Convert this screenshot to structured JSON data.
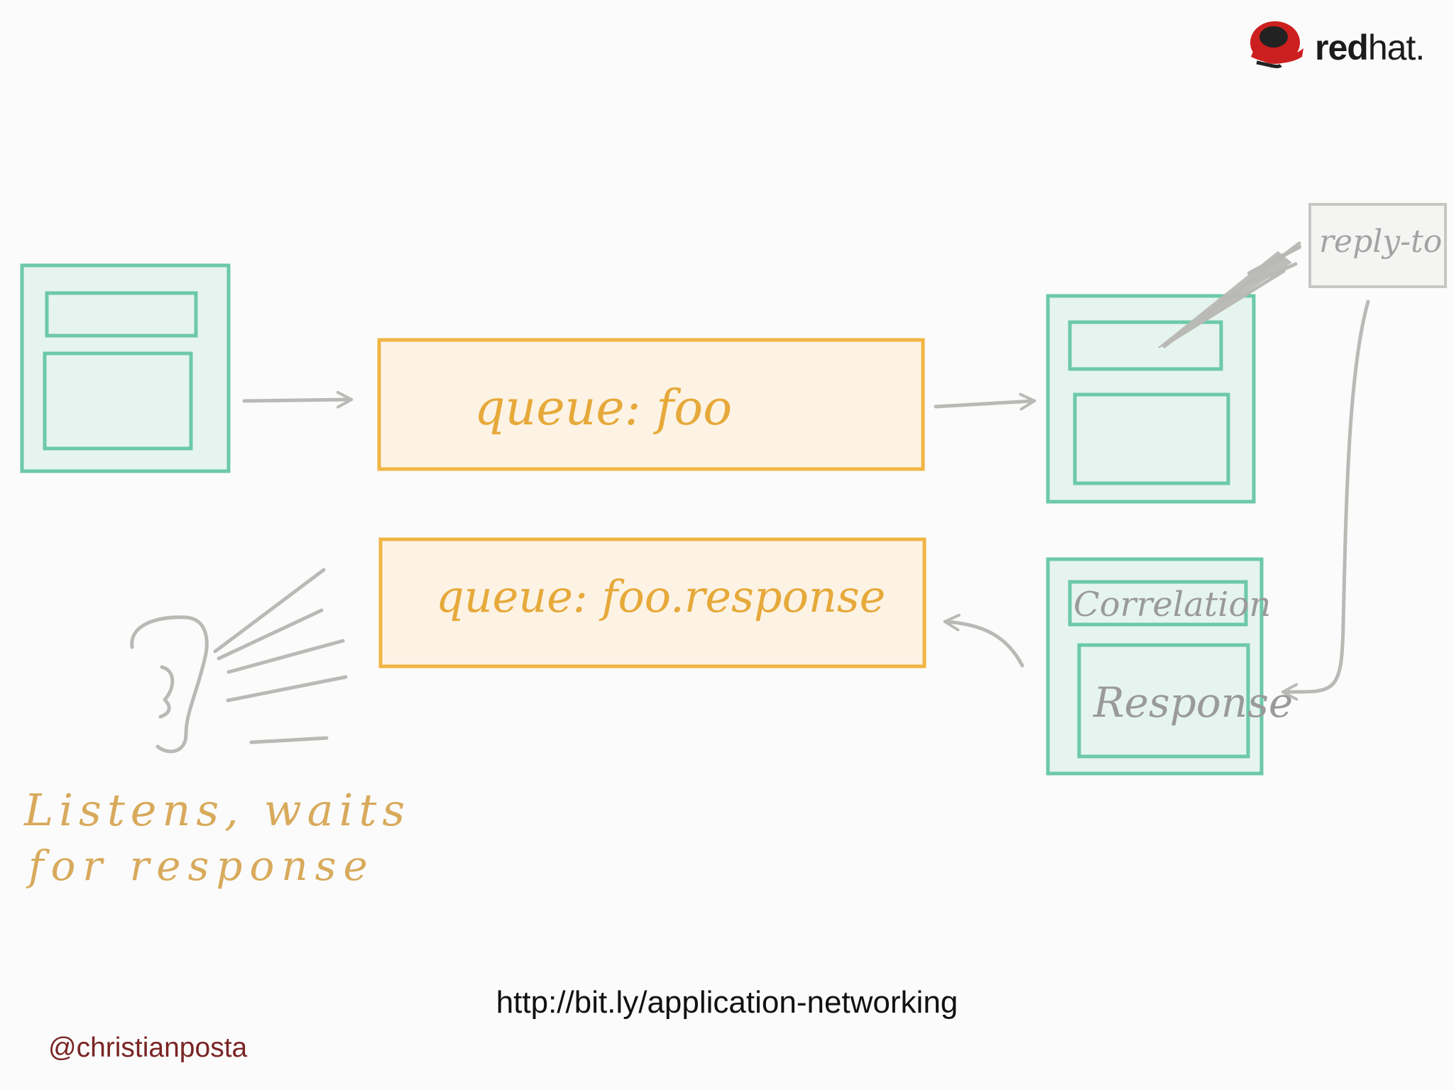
{
  "colors": {
    "background": "#fbfbfb",
    "service_stroke": "#6cc9a7",
    "service_fill": "#e6f4ef",
    "queue_stroke": "#f0b544",
    "queue_fill": "#fdf3e4",
    "queue_text": "#e6a93a",
    "handwriting_note": "#d8aa5c",
    "gray_stroke": "#b9b9b6",
    "gray_text": "#a3a3a3",
    "brand_red": "#cc1f1f",
    "handle_color": "#7a2424"
  },
  "logo": {
    "icon": "redhat-shadowman-icon",
    "brand_bold": "red",
    "brand_regular": "hat."
  },
  "queues": {
    "request": "queue: foo",
    "response": "queue: foo.response"
  },
  "reply_to": "reply-to",
  "message": {
    "correlation": "Correlation",
    "response": "Response"
  },
  "listener": {
    "icon": "ear-icon",
    "note_line1": "Listens, waits",
    "note_line2": "for response"
  },
  "footer": {
    "link": "http://bit.ly/application-networking",
    "handle": "@christianposta"
  }
}
